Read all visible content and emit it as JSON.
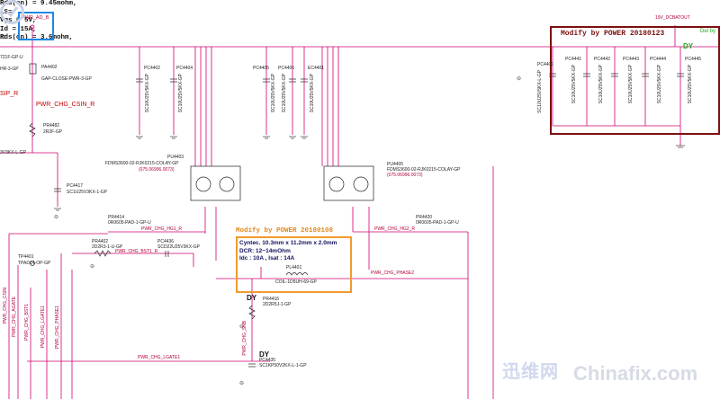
{
  "rds_note": [
    "Rds(on) = 9.45mohm,",
    "LS=",
    "Vgs @ 5V,",
    "Id = 15A,",
    "Rds(on) = 3.6mohm,"
  ],
  "modify_1": "Modify by POWER 20180123",
  "modify_2": "Modify by POWER 20180108",
  "coil_spec": [
    "Cyntec. 10.3mm x 11.2mm x 2.0mm",
    "DCR: 12~14mOhm",
    "Idc : 10A , Isat : 14A"
  ],
  "dy": "DY",
  "net_pwr_ad_b": "PWR_AD_B",
  "net_vdcbatout": "19V_DCBATOUT",
  "net_sip_r": "SIP_R",
  "net_chg_csin_r": "PWR_CHG_CSIN_R",
  "net_hg1_r": "PWR_CHG_HG1_R",
  "net_hg2_r": "PWR_CHG_HG2_R",
  "net_bst1_r": "PWR_CHG_BST1_R",
  "net_phase2": "PWR_CHG_PHASE2",
  "net_lgate1": "PWR_CHG_LGATE1",
  "net_snb": "PWR_CHG_SNB",
  "net_csin": "PWR_CHG_CSIN",
  "net_agate": "PWR_CHG_AGATE",
  "net_bst1": "PWR_CHG_BST1",
  "net_lgate1_v": "PWR_CHG_LGATE1",
  "net_phase1": "PWR_CHG_PHASE1",
  "net_del": "Del by",
  "pa4402": "PA4402",
  "pa4402_val": "GAP-CLOSE-PWR-3-GP",
  "pr4482": "PR4482",
  "pr4482_val": "2R2F-GP",
  "pc4417": "PC4417",
  "pc4417_val": "SC1U25V3KX-1-GP",
  "pc_left_caps": [
    {
      "ref": "PC4402",
      "val": "SC10U25V5KX-GP"
    },
    {
      "ref": "PC4404",
      "val": "SC10U25V5KX-GP"
    },
    {
      "ref": "PC4405",
      "val": "SC10U25V5KX-GP"
    },
    {
      "ref": "PC4406",
      "val": "SC10U25V5KX-GP"
    },
    {
      "ref": "EC4401",
      "val": "SC10U25V5KX-GP"
    }
  ],
  "pc_right_caps": [
    {
      "ref": "PC4401",
      "val": "SC10U25V5KX-L-GP"
    },
    {
      "ref": "PC4441",
      "val": "SC10U25V5KX-GP"
    },
    {
      "ref": "PC4442",
      "val": "SC10U25V5KX-GP"
    },
    {
      "ref": "PC4443",
      "val": "SC10U25V5KX-GP"
    },
    {
      "ref": "PC4444",
      "val": "SC10U25V5KX-GP"
    },
    {
      "ref": "PC4445",
      "val": "SC10U25V5KX-GP"
    }
  ],
  "pu4403": "PU4403",
  "pu4403_val": "FDMS3600-02-RJK0215-COLAY-GP",
  "pu4403_pn": "(075.06996.0073)",
  "pu4405": "PU4405",
  "pu4405_val": "FDMS3600-02-RJK0215-COLAY-GP",
  "pu4405_pn": "(075.06996.0073)",
  "pr4414": "PR4414",
  "pr4414_val": "0R0605-PAD-1-GP-U",
  "pr4420": "PR4420",
  "pr4420_val": "0R0605-PAD-1-GP-U",
  "pr4402": "PR4402",
  "pr4402_val": "2D2R3-1-U-GP",
  "pc4436": "PC4436",
  "pc4436_val": "SCD22U25V3KX-GP",
  "tp4401": "TP4401",
  "tp4401_val": "TPAD14-OP-GP",
  "pl4401": "PL4401",
  "pl4401_val": "COIL-1D5UH-69-GP",
  "pr4416": "PR4416",
  "pr4416_val": "2D2R5J-1-GP",
  "pc4435": "PC4435",
  "pc4435_val": "SC1KP50V2KX-L-1-GP",
  "left_frag_1": "D1",
  "left_frag_2": "721F-GP-U",
  "left_frag_3": "HR-3-GP",
  "left_frag_4": "3V3KX-L-GP",
  "watermark_cn": "迅维网",
  "watermark_en": "Chinafix.com",
  "colors": {
    "wire": "#d0006f",
    "wire_black": "#222222",
    "mod1": "#7b1010",
    "mod2": "#f29a2e",
    "pwr_box": "#1e88e5",
    "dy_green": "#22aa22"
  }
}
